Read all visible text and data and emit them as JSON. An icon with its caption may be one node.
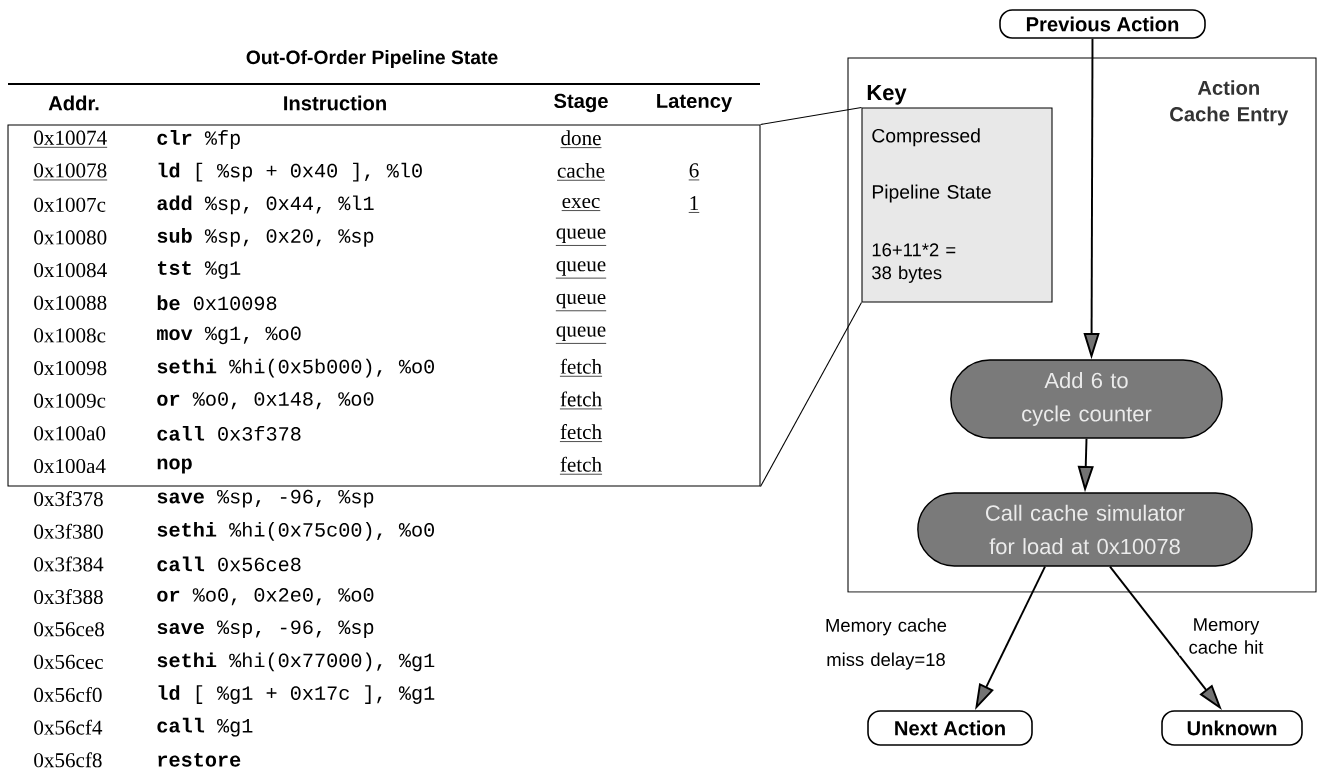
{
  "diagram": {
    "nodes": [
      {
        "text": [
          "Previous Action"
        ]
      },
      {
        "text": [
          "Action Cache Entry"
        ]
      },
      {
        "text": [
          "Key",
          "Compressed Pipeline State",
          "16+11*2 = 38 bytes"
        ],
        "in": 1
      },
      {
        "text": [
          "Add 6 to cycle counter"
        ],
        "in": 1
      },
      {
        "text": [
          "Call cache simulator for load at 0x10078"
        ],
        "in": 1
      },
      {
        "text": [
          "Next Action"
        ]
      },
      {
        "text": [
          "Unknown"
        ]
      },
      {
        "text": [],
        "shape": "box"
      }
    ],
    "edges": [
      {
        "from": 0,
        "to": 3,
        "arrow": "to"
      },
      {
        "from": 3,
        "to": 4,
        "arrow": "to"
      },
      {
        "from": 4,
        "to": 5,
        "arrow": "to",
        "label": "Memory cache miss delay=18"
      },
      {
        "from": 4,
        "to": 6,
        "arrow": "to",
        "label": "Memory cache hit"
      },
      {
        "from": 7,
        "to": 2,
        "arrow": "none"
      },
      {
        "from": 7,
        "to": 2,
        "arrow": "none"
      }
    ],
    "labels": [
      "Out-Of-Order Pipeline State",
      "Addr.",
      "Instruction",
      "Stage",
      "Latency",
      "0x10074",
      "**clr** %fp",
      "done",
      "0x10078",
      "**ld** [ %sp + 0x40 ], %l0",
      "cache",
      "6",
      "0x1007c",
      "**add** %sp, 0x44, %l1",
      "exec",
      "1",
      "0x10080",
      "**sub** %sp, 0x20, %sp",
      "queue",
      "0x10084",
      "**tst** %g1",
      "queue",
      "0x10088",
      "**be** 0x10098",
      "queue",
      "0x1008c",
      "**mov** %g1, %o0",
      "queue",
      "0x10098",
      "**sethi** %hi(0x5b000), %o0",
      "fetch",
      "0x1009c",
      "**or** %o0, 0x148, %o0",
      "fetch",
      "0x100a0",
      "**call** 0x3f378",
      "fetch",
      "0x100a4",
      "**nop**",
      "fetch",
      "0x3f378",
      "**save** %sp, -96, %sp",
      "0x3f380",
      "**sethi** %hi(0x75c00), %o0",
      "0x3f384",
      "**call** 0x56ce8",
      "0x3f388",
      "**or** %o0, 0x2e0, %o0",
      "0x56ce8",
      "**save** %sp, -96, %sp",
      "0x56cec",
      "**sethi** %hi(0x77000), %g1",
      "0x56cf0",
      "**ld** [ %g1 + 0x17c ], %g1",
      "0x56cf4",
      "**call** %g1",
      "0x56cf8",
      "**restore**"
    ]
  }
}
